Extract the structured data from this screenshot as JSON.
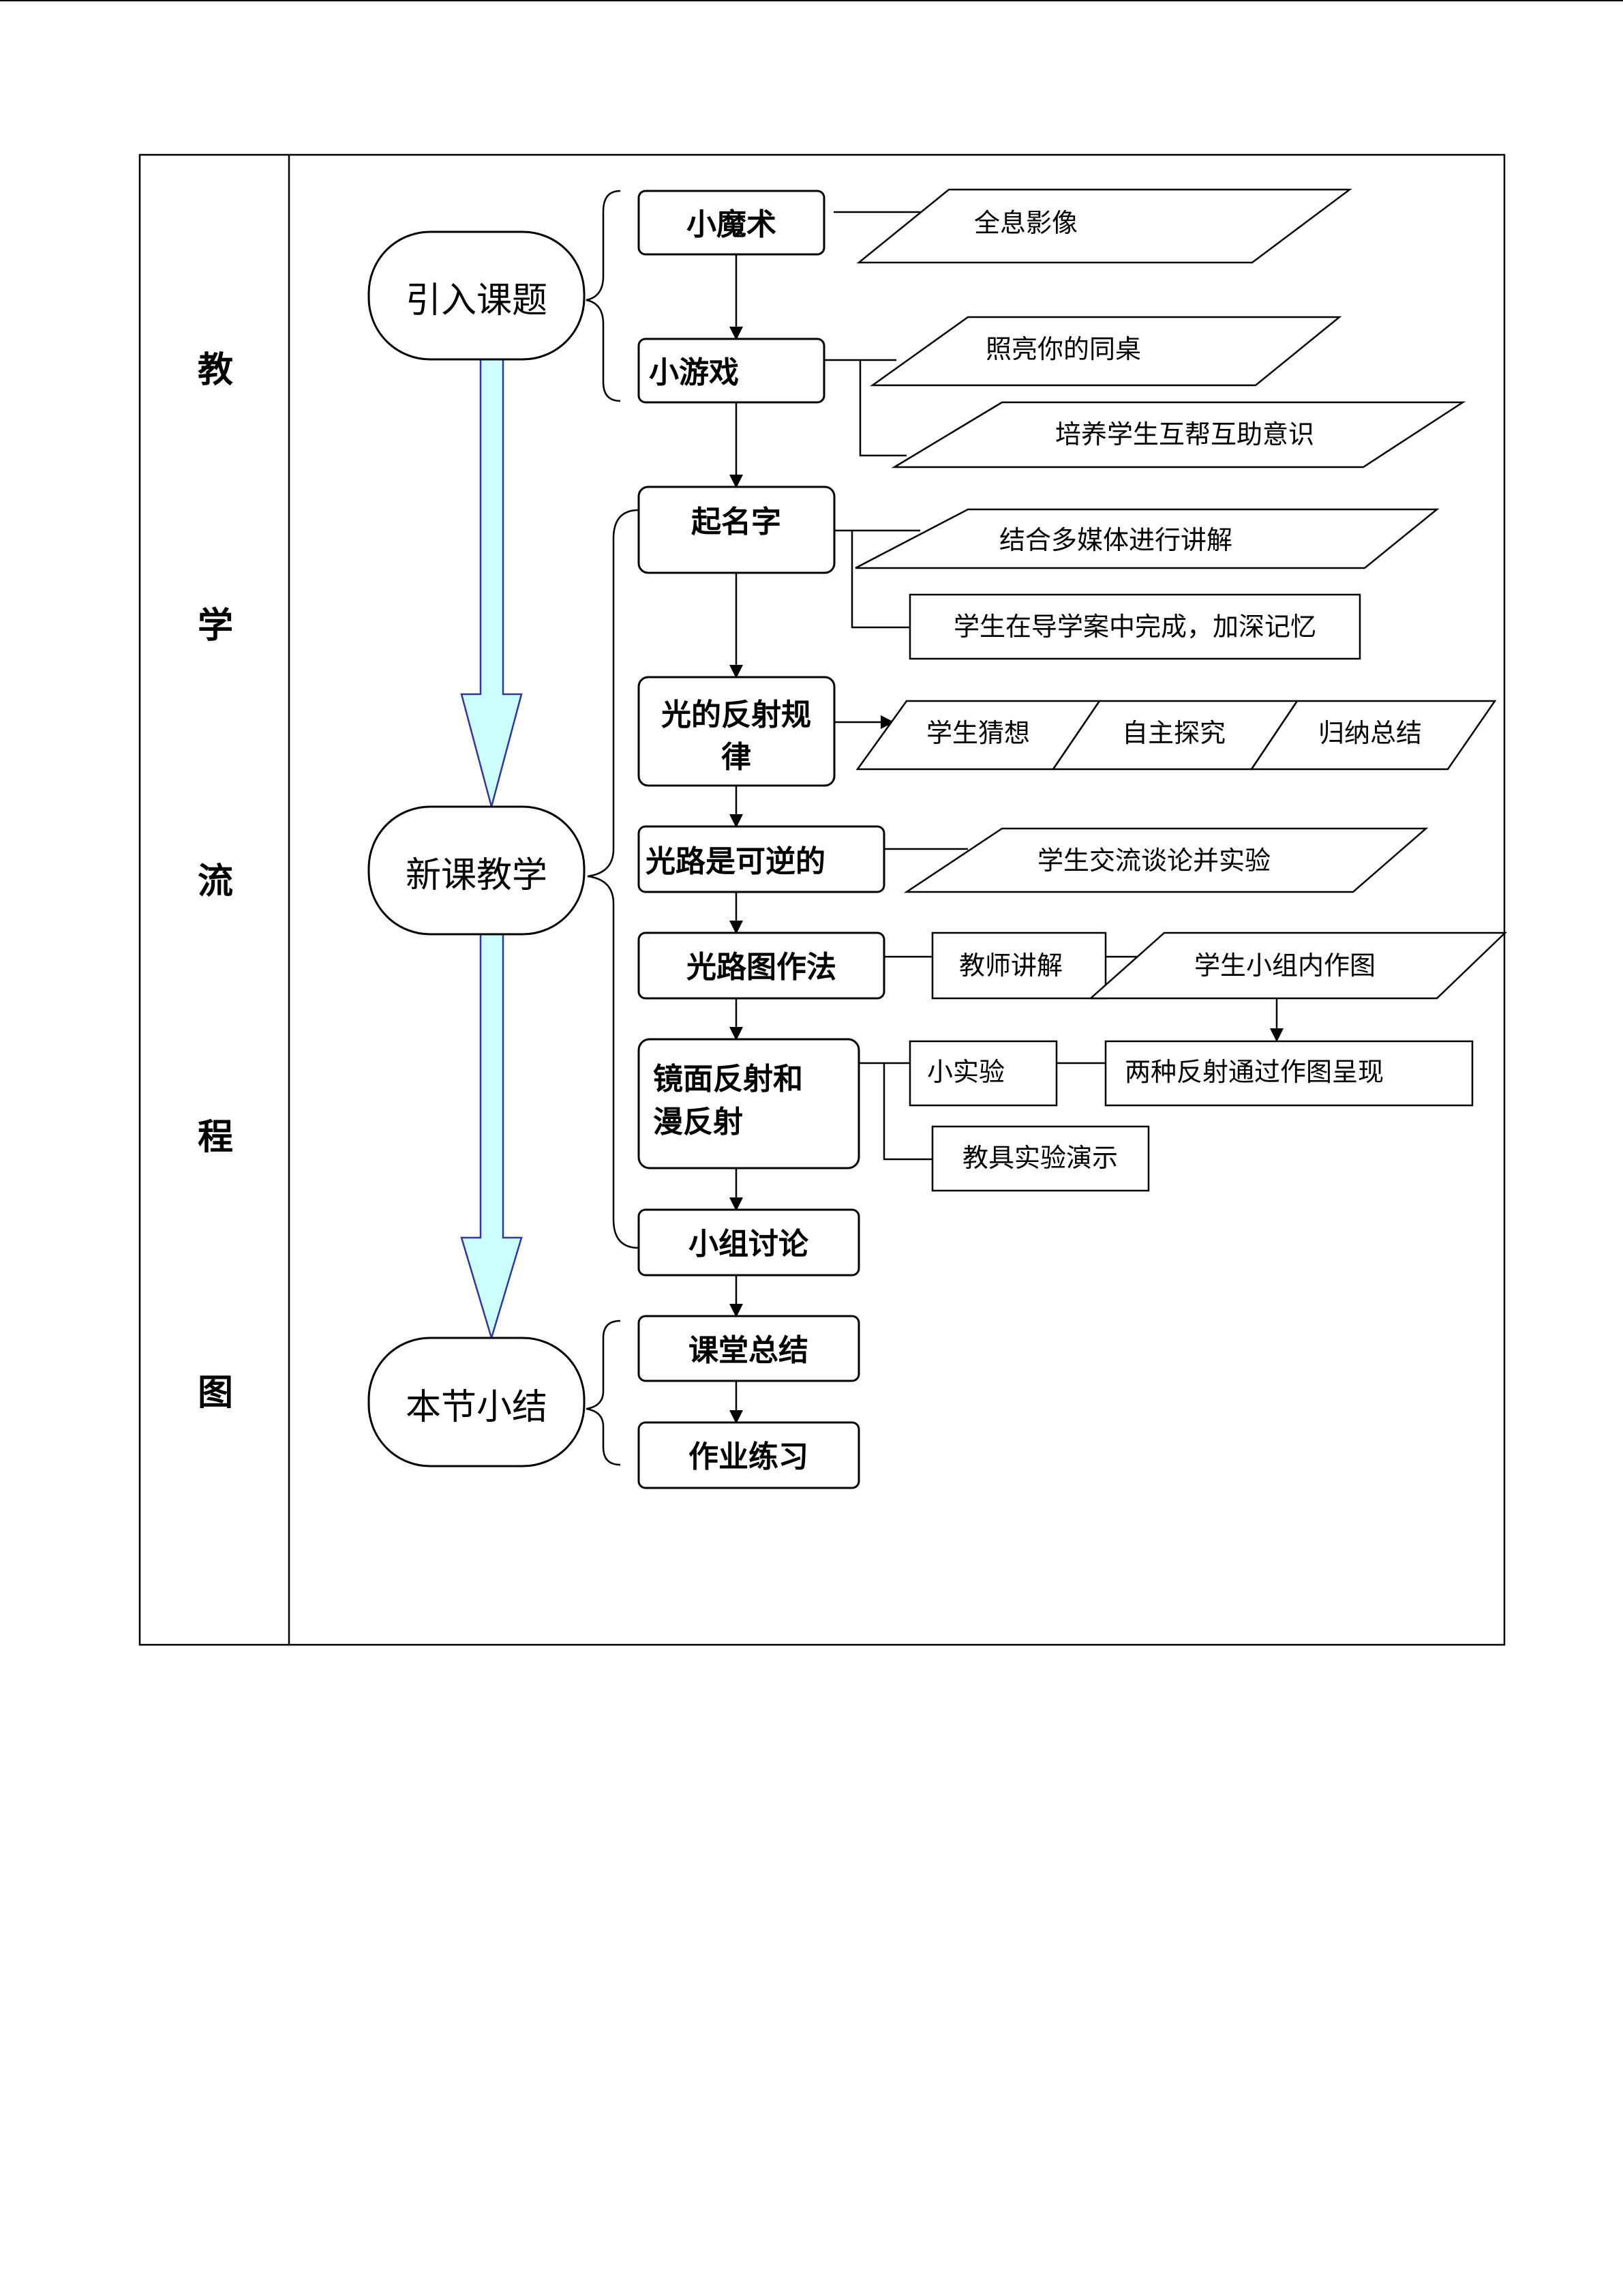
{
  "side_title": [
    "教",
    "学",
    "流",
    "程",
    "图"
  ],
  "phases": {
    "intro": "引入课题",
    "new_lesson": "新课教学",
    "summary": "本节小结"
  },
  "steps": {
    "magic": "小魔术",
    "game": "小游戏",
    "naming": "起名字",
    "law_line1": "光的反射规",
    "law_line2": "律",
    "reversible": "光路是可逆的",
    "drawing": "光路图作法",
    "mirror_line1": "镜面反射和",
    "mirror_line2": "漫反射",
    "discussion": "小组讨论",
    "class_summary": "课堂总结",
    "homework": "作业练习"
  },
  "notes": {
    "hologram": "全息影像",
    "light_deskmate": "照亮你的同桌",
    "mutual_help": "培养学生互帮互助意识",
    "multimedia": "结合多媒体进行讲解",
    "guide_case": "学生在导学案中完成，加深记忆",
    "guess": "学生猜想",
    "explore": "自主探究",
    "conclude": "归纳总结",
    "exchange": "学生交流谈论并实验",
    "teacher_explain": "教师讲解",
    "group_draw": "学生小组内作图",
    "small_experiment": "小实验",
    "two_reflections": "两种反射通过作图呈现",
    "demo_experiment": "教具实验演示"
  },
  "colors": {
    "arrow_fill": "#CCFFFF",
    "arrow_stroke": "#3333AA",
    "line": "#000000"
  }
}
